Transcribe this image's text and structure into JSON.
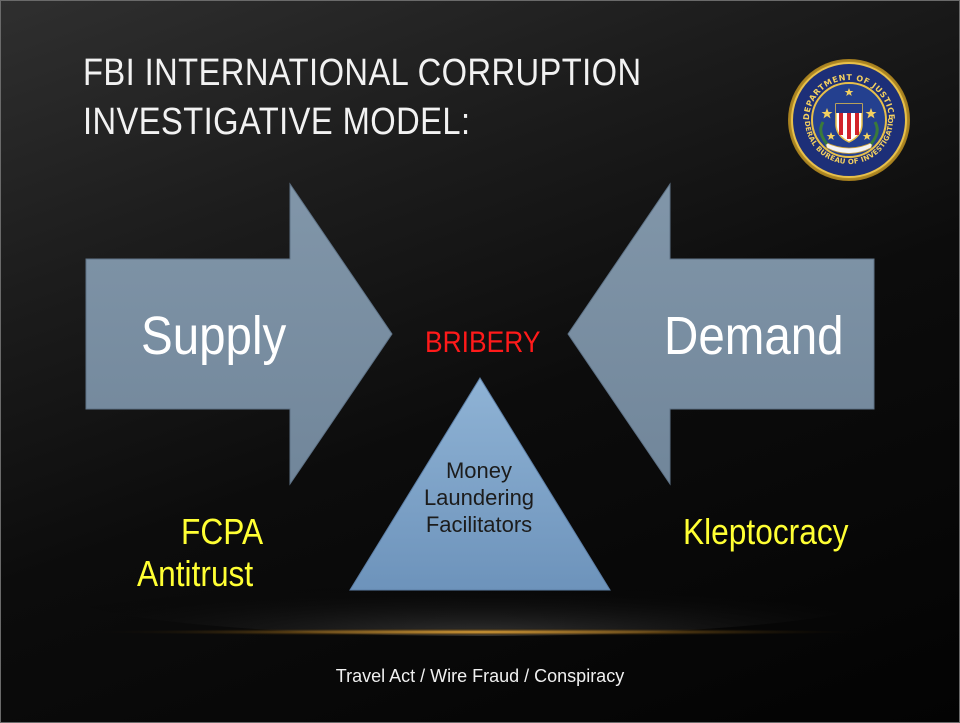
{
  "title": {
    "line1": "FBI INTERNATIONAL CORRUPTION",
    "line2": "INVESTIGATIVE MODEL:"
  },
  "seal": {
    "icon": "fbi-seal-icon",
    "ring_text_top": "DEPARTMENT OF JUSTICE",
    "ring_text_bottom": "FEDERAL BUREAU OF INVESTIGATION"
  },
  "diagram": {
    "supply_label": "Supply",
    "demand_label": "Demand",
    "center_label": "BRIBERY",
    "triangle_lines": [
      "Money",
      "Laundering",
      "Facilitators"
    ],
    "supply_laws": [
      "FCPA",
      "Antitrust"
    ],
    "demand_laws": [
      "Kleptocracy"
    ]
  },
  "footer": "Travel Act / Wire Fraud / Conspiracy",
  "colors": {
    "background": "#000000",
    "arrow_fill": "#7a8fa2",
    "triangle_fill": "#7ea4c8",
    "bribery": "#ff1a1a",
    "law_text": "#ffff33",
    "title_text": "#f2f2f2",
    "glow": "#c9902a"
  }
}
